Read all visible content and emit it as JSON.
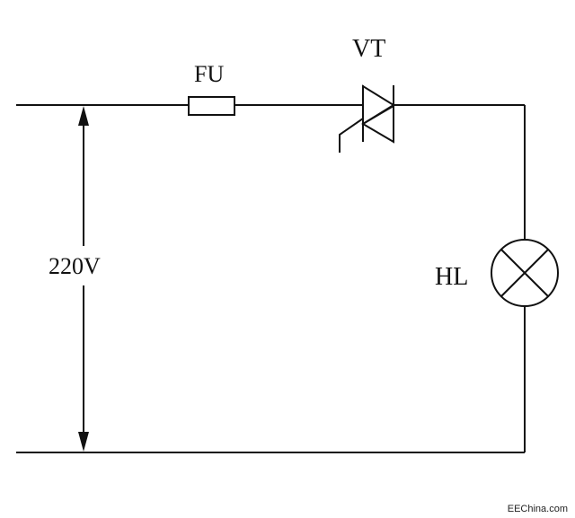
{
  "labels": {
    "fuse": "FU",
    "triac": "VT",
    "lamp": "HL",
    "voltage": "220V"
  },
  "watermark": "EEChina.com",
  "colors": {
    "line": "#111111",
    "background": "#ffffff"
  }
}
